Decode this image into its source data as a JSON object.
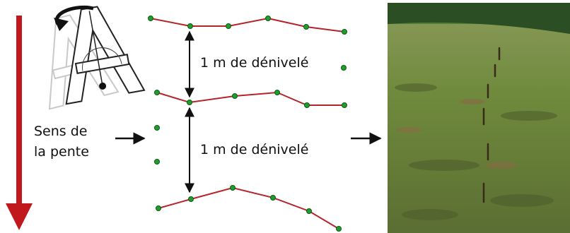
{
  "labels": {
    "slope_line1": "Sens de",
    "slope_line2": "la pente",
    "elevation_upper": "1 m de dénivelé",
    "elevation_lower": "1 m de dénivelé"
  },
  "colors": {
    "slope_arrow": "#c0181c",
    "contour_line": "#b5242a",
    "stake_point": "#1f9e2e",
    "point_outline": "#0b5a14",
    "text": "#111111",
    "grass": "#6f8a3c"
  },
  "icons": {
    "tool": "a-frame-level-icon",
    "rotate": "rotate-arrow-icon",
    "to_field": "right-arrow-icon",
    "to_contours": "right-arrow-icon"
  }
}
